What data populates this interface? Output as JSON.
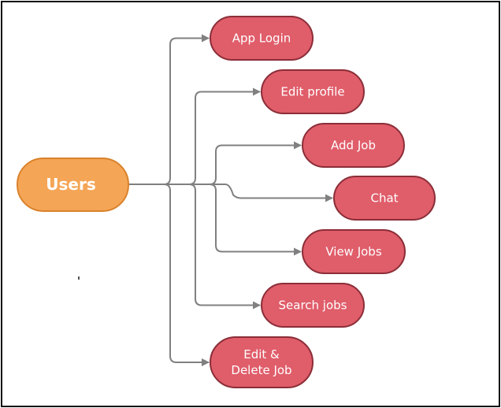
{
  "diagram": {
    "root": {
      "label": "Users",
      "fill": "#f5a556",
      "stroke": "#d9822b"
    },
    "node_style": {
      "fill": "#e05d6a",
      "stroke": "#8b2e38"
    },
    "connector_color": "#808080",
    "nodes": [
      {
        "id": "app-login",
        "lines": [
          "App Login"
        ]
      },
      {
        "id": "edit-profile",
        "lines": [
          "Edit profile"
        ]
      },
      {
        "id": "add-job",
        "lines": [
          "Add Job"
        ]
      },
      {
        "id": "chat",
        "lines": [
          "Chat"
        ]
      },
      {
        "id": "view-jobs",
        "lines": [
          "View Jobs"
        ]
      },
      {
        "id": "search-jobs",
        "lines": [
          "Search jobs"
        ]
      },
      {
        "id": "edit-delete-job",
        "lines": [
          "Edit &",
          "Delete Job"
        ]
      }
    ]
  }
}
